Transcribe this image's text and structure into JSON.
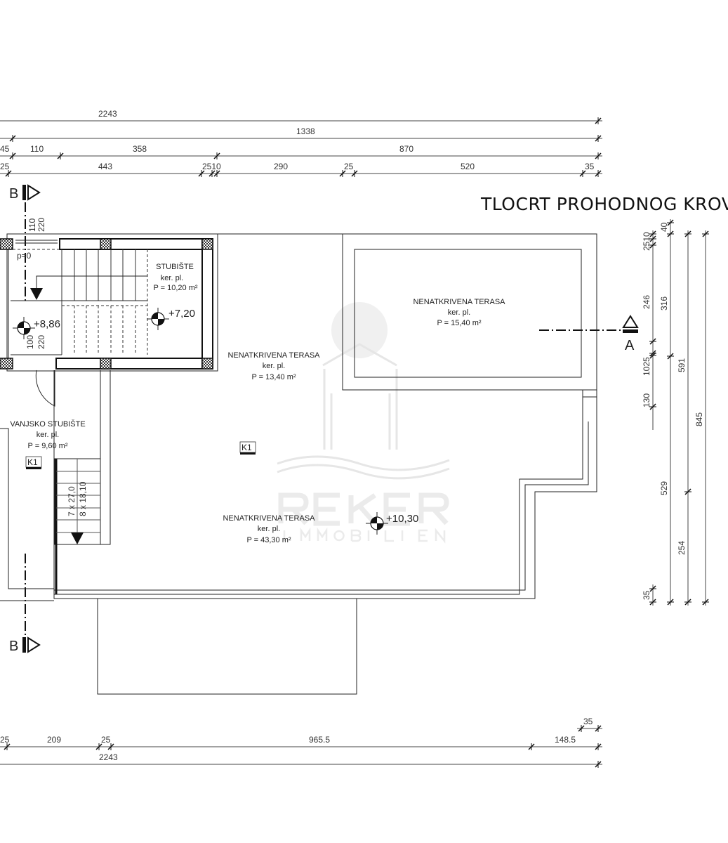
{
  "title": "TLOCRT PROHODNOG KROVA",
  "top_dimensions": {
    "row1": [
      "2243"
    ],
    "row2": [
      "1338"
    ],
    "row3": [
      "45",
      "110",
      "358",
      "870"
    ],
    "row4": [
      "25",
      "443",
      "2510",
      "290",
      "25",
      "520",
      "35"
    ]
  },
  "bottom_dimensions": {
    "row1": [
      "25",
      "209",
      "25",
      "965.5",
      "148.5"
    ],
    "extra": "35",
    "total": "2243"
  },
  "right_dimensions": {
    "col1": [
      "2510",
      "246",
      "1025",
      "130",
      "35"
    ],
    "col2": [
      "40",
      "316",
      "529"
    ],
    "col3": [
      "591",
      "254"
    ],
    "col4": [
      "845"
    ]
  },
  "small_dims": {
    "stair_top": [
      "110",
      "220"
    ],
    "stair_bottom": [
      "100",
      "220"
    ],
    "slope": "p=0",
    "ext_stair": [
      "7 x 27,0",
      "8 x 18,10"
    ]
  },
  "rooms": [
    {
      "name": "STUBIŠTE",
      "floor": "ker. pl.",
      "area": "P = 10,20 m²"
    },
    {
      "name": "NENATKRIVENA TERASA",
      "floor": "ker. pl.",
      "area": "P = 15,40 m²"
    },
    {
      "name": "NENATKRIVENA TERASA",
      "floor": "ker. pl.",
      "area": "P = 13,40 m²"
    },
    {
      "name": "VANJSKO STUBIŠTE",
      "floor": "ker. pl.",
      "area": "P = 9,60 m²"
    },
    {
      "name": "NENATKRIVENA TERASA",
      "floor": "ker. pl.",
      "area": "P = 43,30 m²"
    }
  ],
  "levels": [
    "+8,86",
    "+7,20",
    "+10,30"
  ],
  "tags": [
    "K1",
    "K1"
  ],
  "sections": {
    "b_top": "B",
    "b_bottom": "B",
    "a": "A"
  },
  "watermark": {
    "brand": "REKER",
    "sub": "IMMOBILIEN"
  }
}
